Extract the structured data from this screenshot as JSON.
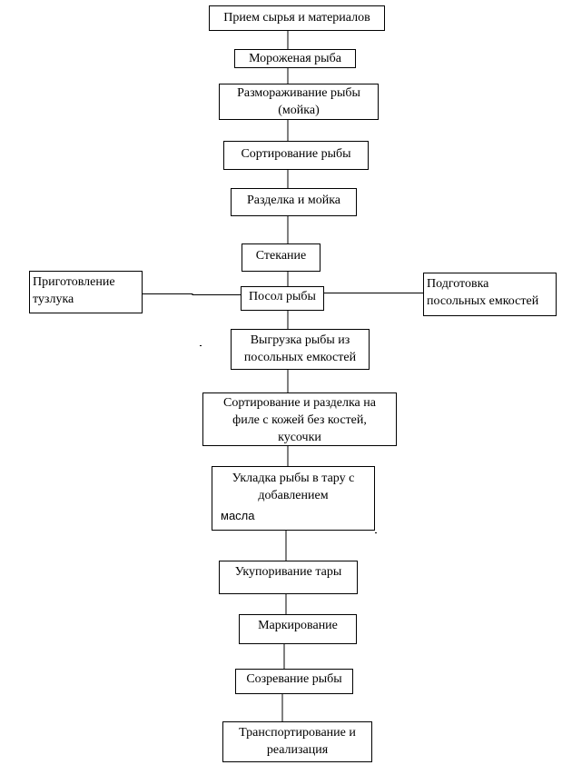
{
  "nodes": {
    "n1": {
      "lines": [
        "Прием сырья  и материалов"
      ]
    },
    "n2": {
      "lines": [
        "Мороженая рыба"
      ]
    },
    "n3": {
      "lines": [
        "Размораживание рыбы",
        "(мойка)"
      ]
    },
    "n4": {
      "lines": [
        "Сортирование рыбы"
      ]
    },
    "n5": {
      "lines": [
        "Разделка и мойка"
      ]
    },
    "n6": {
      "lines": [
        "Стекание"
      ]
    },
    "n7": {
      "lines": [
        "Посол рыбы"
      ]
    },
    "n8": {
      "lines": [
        "Приготовление",
        "тузлука"
      ]
    },
    "n9": {
      "lines": [
        "Подготовка",
        "посольных емкостей"
      ]
    },
    "n10": {
      "lines": [
        "Выгрузка рыбы из",
        "посольных емкостей"
      ]
    },
    "n11": {
      "lines": [
        "Сортирование и разделка на",
        "филе с кожей без костей,",
        "кусочки"
      ]
    },
    "n12": {
      "lines": [
        "Укладка рыбы в тару с",
        "добавлением",
        "масла"
      ]
    },
    "n13": {
      "lines": [
        "Укупоривание тары"
      ]
    },
    "n14": {
      "lines": [
        "Маркирование"
      ]
    },
    "n15": {
      "lines": [
        "Созревание рыбы"
      ]
    },
    "n16": {
      "lines": [
        "Транспортирование и",
        "реализация"
      ]
    }
  }
}
